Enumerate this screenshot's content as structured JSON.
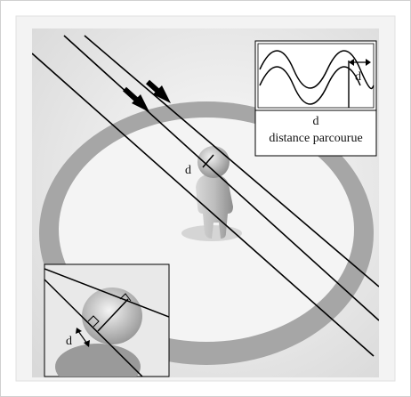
{
  "figure": {
    "label_d_main": "d",
    "label_d_inset": "d",
    "wave_inset": {
      "label_d": "d",
      "caption_d": "d",
      "caption_text": "distance parcourue"
    }
  }
}
